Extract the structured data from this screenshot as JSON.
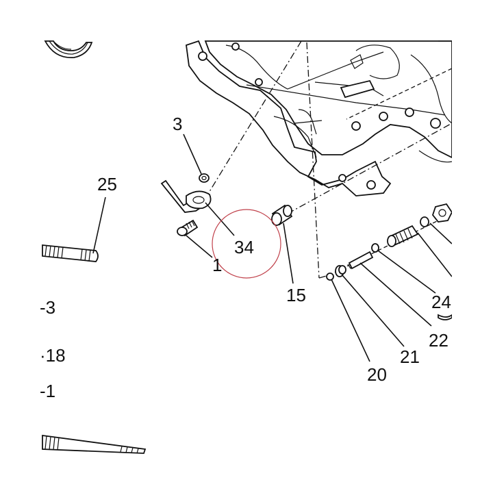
{
  "callouts": {
    "c25": "25",
    "c3": "3",
    "c1": "1",
    "c34": "34",
    "c15": "15",
    "c20": "20",
    "c21": "21",
    "c22": "22",
    "c24": "24",
    "left3": "-3",
    "left18": "·18",
    "left1": "-1"
  },
  "colors": {
    "ink": "#111111",
    "highlight_circle": "#c0404a",
    "background": "#ffffff"
  }
}
